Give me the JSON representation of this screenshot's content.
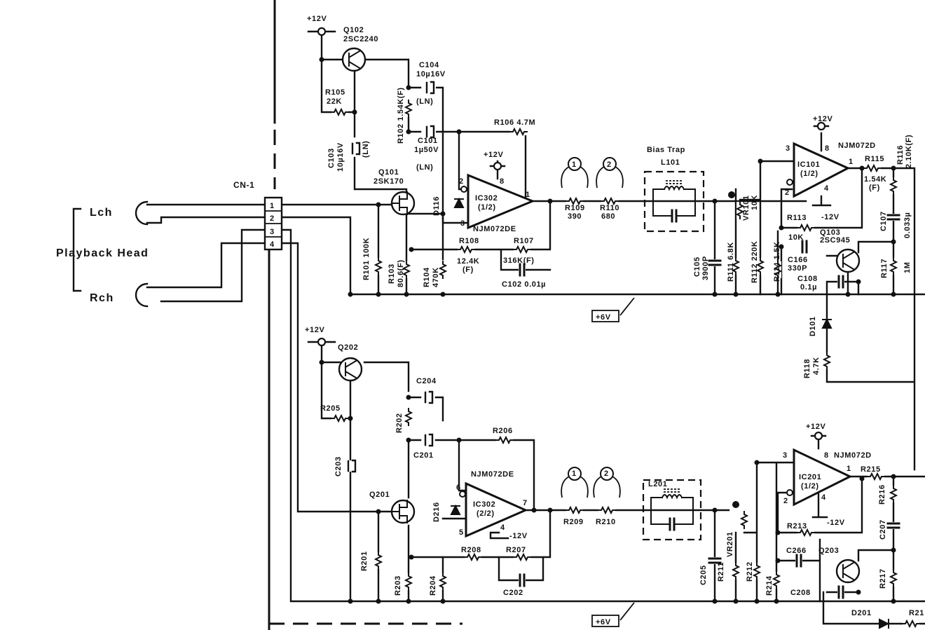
{
  "head": {
    "lch": "Lch",
    "title": "Playback Head",
    "rch": "Rch"
  },
  "connector": {
    "name": "CN-1",
    "pins": [
      "1",
      "2",
      "3",
      "4"
    ]
  },
  "supply": {
    "plus12": "+12V",
    "minus12": "-12V",
    "plus6": "+6V"
  },
  "top": {
    "q102": "Q102",
    "q102_type": "2SC2240",
    "c104": "C104",
    "c104_val": "10µ16V",
    "c104_ln": "(LN)",
    "r105": "R105",
    "r105_val": "22K",
    "r102": "R102 1.54K(F)",
    "r106": "R106 4.7M",
    "c101": "C101",
    "c101_val": "1µ50V",
    "c101_ln": "(LN)",
    "c103": "C103",
    "c103_val": "10µ16V",
    "c103_ln": "(LN)",
    "q101": "Q101",
    "q101_type": "2SK170",
    "ic302": "IC302",
    "ic302_unit": "(1/2)",
    "ic302_part": "NJM072DE",
    "ic302_pins": {
      "inv": "2",
      "vcc": "8",
      "noninv": "3",
      "out": "1"
    },
    "d116": "D116",
    "r109": "R109",
    "r109_val": "390",
    "r110": "R110",
    "r110_val": "680",
    "tp1": "1",
    "tp2": "2",
    "bias_trap": "Bias Trap",
    "l101": "L101",
    "r108": "R108",
    "r108_val": "12.4K",
    "r108_tol": "(F)",
    "r107": "R107",
    "r107_val": "316K(F)",
    "c102": "C102  0.01µ",
    "r101": "R101 100K",
    "r103": "R103",
    "r103_val": "80.6(F)",
    "r104": "R104",
    "r104_val": "470K",
    "c105": "C105",
    "c105_val": "3900P",
    "r111": "R111 6.8K",
    "vr101": "VR101",
    "vr101_val": "10K",
    "r112": "R112 220K",
    "r114": "R114 1.5K",
    "ic101": "IC101",
    "ic101_unit": "(1/2)",
    "ic101_part": "NJM072D",
    "ic101_pins": {
      "noninv": "3",
      "vcc": "8",
      "out": "1",
      "inv": "2",
      "vee": "4"
    },
    "r115": "R115",
    "r115_val": "1.54K",
    "r115_tol": "(F)",
    "r116": "R116",
    "r116_val": "2.10K(F)",
    "r113": "R113",
    "r113_val": "10K",
    "q103": "Q103",
    "q103_type": "2SC945",
    "c107": "C107",
    "c107_val": "0.033µ",
    "c166": "C166",
    "c166_val": "330P",
    "c108": "C108",
    "c108_val": "0.1µ",
    "r117": "R117",
    "r117_val": "1M",
    "d101": "D101",
    "r118": "R118",
    "r118_val": "4.7K"
  },
  "bottom": {
    "q202": "Q202",
    "r205": "R205",
    "c204": "C204",
    "r202": "R202",
    "c201": "C201",
    "r206": "R206",
    "c203": "C203",
    "ic302_part": "NJM072DE",
    "ic302": "IC302",
    "ic302_unit": "(2/2)",
    "ic302_pins": {
      "inv": "6",
      "out": "7",
      "noninv": "5",
      "vee": "4"
    },
    "q201": "Q201",
    "d216": "D216",
    "r201": "R201",
    "r203": "R203",
    "r204": "R204",
    "r208": "R208",
    "r207": "R207",
    "c202": "C202",
    "r209": "R209",
    "r210": "R210",
    "tp1": "1",
    "tp2": "2",
    "l201": "L201",
    "c205": "C205",
    "r211": "R211",
    "vr201": "VR201",
    "r212": "R212",
    "r214": "R214",
    "ic201": "IC201",
    "ic201_unit": "(1/2)",
    "ic201_part": "NJM072D",
    "ic201_pins": {
      "noninv": "3",
      "vcc": "8",
      "out": "1",
      "inv": "2",
      "vee": "4"
    },
    "r215": "R215",
    "r216": "R216",
    "r213": "R213",
    "c266": "C266",
    "q203": "Q203",
    "c207": "C207",
    "r217": "R217",
    "c208": "C208",
    "d201": "D201",
    "r21x": "R21"
  }
}
